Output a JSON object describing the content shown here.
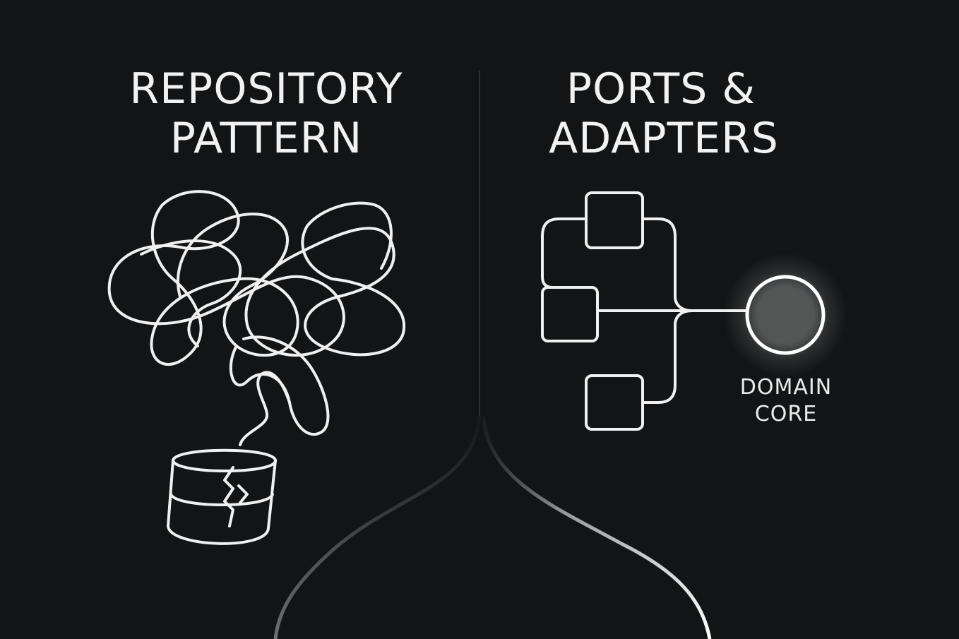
{
  "left_title": [
    "REPOSITORY",
    "PATTERN"
  ],
  "right_title": [
    "PORTS &",
    "ADAPTERS"
  ],
  "core_label": [
    "DOMAIN",
    "CORE"
  ],
  "colors": {
    "background": "#121415",
    "stroke": "#f0f0f0",
    "text": "#f2f2f2"
  },
  "icons": {
    "tangle": "tangled-lines-icon",
    "database": "cracked-database-icon",
    "adapters": "adapter-boxes-icon",
    "core": "domain-core-circle-icon"
  }
}
